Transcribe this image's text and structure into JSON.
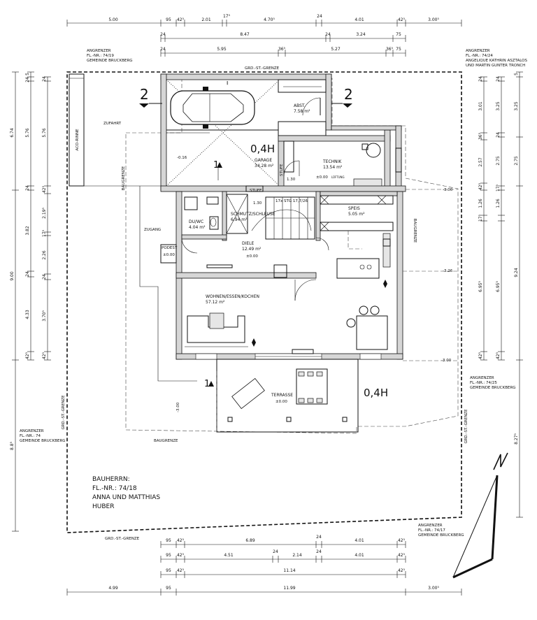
{
  "dimensions": {
    "top_row1": [
      "5.00",
      "95",
      "42⁵",
      "2.01",
      "17⁵",
      "4.70⁵",
      "24",
      "4.01",
      "42⁵",
      "3.00⁵"
    ],
    "top_row2": [
      "24",
      "8.47",
      "24",
      "3.24",
      "75"
    ],
    "top_row3": [
      "24",
      "5.95",
      "36⁵",
      "5.27",
      "36⁵",
      "75"
    ],
    "left_outer": [
      "6.74",
      "9.00",
      "8.8⁵"
    ],
    "left_mid": [
      "5",
      "24",
      "5.76",
      "24",
      "3.82",
      "24",
      "4.33",
      "42⁵"
    ],
    "left_inner": [
      "24",
      "5.76",
      "42⁵",
      "2.19⁵",
      "17⁵",
      "2.26",
      "24",
      "3.70⁵",
      "42⁵"
    ],
    "right_outer": [
      "5",
      "3.25",
      "2.75",
      "9.24",
      "8.27⁵"
    ],
    "right_mid": [
      "24",
      "3.25",
      "24",
      "2.75",
      "17⁵",
      "1.26",
      "6.95⁵",
      "42⁵"
    ],
    "right_inner": [
      "24",
      "3.01",
      "36⁵",
      "2.57",
      "42⁵",
      "1.26",
      "17⁵",
      "6.95⁵",
      "42⁵"
    ],
    "bottom_row1": [
      "95",
      "42⁵",
      "6.89",
      "24",
      "4.01",
      "42⁵"
    ],
    "bottom_row2": [
      "95",
      "42⁵",
      "4.51",
      "24",
      "2.14",
      "24",
      "4.01",
      "42⁵"
    ],
    "bottom_row3": [
      "95",
      "42⁵",
      "11.14",
      "42⁵"
    ],
    "bottom_row4": [
      "4.99",
      "95",
      "11.99",
      "3.00⁵"
    ]
  },
  "neighbors": {
    "nw": [
      "ANGRENZER",
      "FL.-NR.: 74/19",
      "GEMEINDE BRUCKBERG"
    ],
    "ne": [
      "ANGRENZER",
      "FL.-NR.: 74/24",
      "ANGELIQUE KATHRIN ASZTALOS",
      "UND MARTIN GUNTER TRONCH"
    ],
    "e": [
      "ANGRENZER",
      "FL.-NR.: 74/25",
      "GEMEINDE BRUCKBERG"
    ],
    "w": [
      "ANGRENZER",
      "FL.-NR.: 74",
      "GEMEINDE BRUCKBERG"
    ],
    "se": [
      "ANGRENZER",
      "FL.-NR.: 74/17",
      "GEMEINDE BRUCKBERG"
    ]
  },
  "boundary": {
    "top": "GRD.-ST.-GRENZE",
    "bottom": "GRD.-ST.-GRENZE",
    "left": "GRD.-ST.-GRENZE",
    "right": "GRD.-ST.-GRENZE",
    "aco": "ACO-RINNE",
    "zufahrt": "ZUFAHRT",
    "baugrenze": "BAUGRENZE",
    "zugang": "ZUGANG"
  },
  "rooms": {
    "garage": {
      "name": "GARAGE",
      "area": "34.28 m²",
      "level": "-0.16"
    },
    "abst": {
      "name": "ABST.",
      "area": "7.58 m²"
    },
    "technik": {
      "name": "TECHNIK",
      "area": "13.54 m²",
      "level": "±0.00"
    },
    "du": {
      "name": "DU/WC",
      "area": "4.04 m²"
    },
    "schmutz": {
      "name": "SCHMUTZ/SCHLEUSE",
      "area": "6.94 m²"
    },
    "speis": {
      "name": "SPEIS",
      "area": "5.05 m²"
    },
    "diele": {
      "name": "DIELE",
      "area": "12.49 m²",
      "level": "±0.00"
    },
    "wohnen": {
      "name": "WOHNEN/ESSEN/KOCHEN",
      "area": "57.12 m²"
    },
    "terrasse": {
      "name": "TERRASSE",
      "level": "±0.00"
    },
    "podest": {
      "name": "PODEST",
      "level": "±0.00"
    }
  },
  "labels": {
    "stufe1": "STUFE",
    "stufe1_val": "1.30",
    "stufe2": "STUFE",
    "stufe2_val": "1.30",
    "stair": "17x STG  17,7/26",
    "lueftung": "LÜFTUNG",
    "level_3_00_a": "-3.00",
    "level_3_26": "-3.26",
    "level_3_00_b": "-3.00",
    "level_3_00_c": "-3.00",
    "section_left": "2",
    "section_right": "2",
    "marker_1_top": "1",
    "marker_1_bottom": "1",
    "height_garage": "0,4H",
    "height_terrace": "0,4H"
  },
  "owner": {
    "lines": [
      "BAUHERRN:",
      "FL.-NR.: 74/18",
      "ANNA UND MATTHIAS",
      "HUBER"
    ]
  },
  "north": {
    "symbol": "N"
  }
}
